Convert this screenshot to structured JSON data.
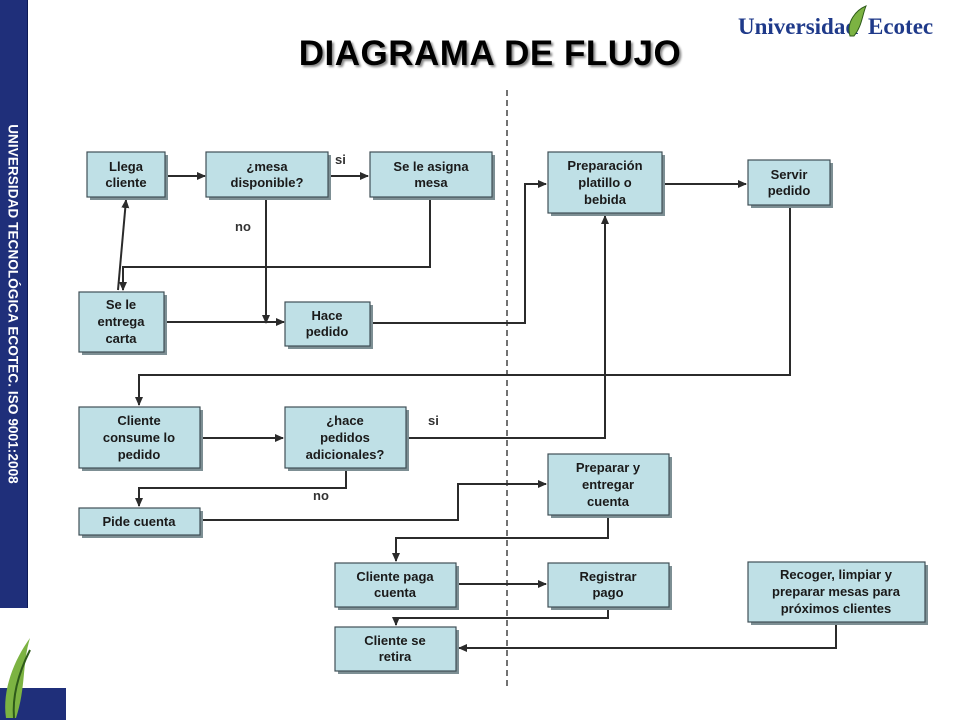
{
  "sidebar": {
    "text": "UNIVERSIDAD TECNOLÓGICA ECOTEC. ISO 9001:2008"
  },
  "header": {
    "title": "DIAGRAMA DE FLUJO"
  },
  "logo": {
    "text_part1": "Universidad",
    "text_part2": "Ecotec",
    "leaf_color": "#7cb342",
    "text_color": "#1f3a8a"
  },
  "colors": {
    "node_fill": "#bfe0e6",
    "sidebar": "#1f2f7a",
    "corner_green": "#7cb342"
  },
  "nodes": [
    {
      "id": "llega-cliente",
      "lines": [
        "Llega",
        "cliente"
      ]
    },
    {
      "id": "mesa-disponible",
      "lines": [
        "¿mesa",
        "disponible?"
      ]
    },
    {
      "id": "se-le-asigna-mesa",
      "lines": [
        "Se le asigna",
        "mesa"
      ]
    },
    {
      "id": "se-le-entrega-carta",
      "lines": [
        "Se le",
        "entrega",
        "carta"
      ]
    },
    {
      "id": "hace-pedido",
      "lines": [
        "Hace",
        "pedido"
      ]
    },
    {
      "id": "preparacion-platillo",
      "lines": [
        "Preparación",
        "platillo o",
        "bebida"
      ]
    },
    {
      "id": "servir-pedido",
      "lines": [
        "Servir",
        "pedido"
      ]
    },
    {
      "id": "cliente-consume",
      "lines": [
        "Cliente",
        "consume lo",
        "pedido"
      ]
    },
    {
      "id": "hace-pedidos-adicionales",
      "lines": [
        "¿hace",
        "pedidos",
        "adicionales?"
      ]
    },
    {
      "id": "pide-cuenta",
      "lines": [
        "Pide cuenta"
      ]
    },
    {
      "id": "preparar-entregar-cuenta",
      "lines": [
        "Preparar y",
        "entregar",
        "cuenta"
      ]
    },
    {
      "id": "cliente-paga-cuenta",
      "lines": [
        "Cliente paga",
        "cuenta"
      ]
    },
    {
      "id": "registrar-pago",
      "lines": [
        "Registrar",
        "pago"
      ]
    },
    {
      "id": "recoger-limpiar",
      "lines": [
        "Recoger, limpiar y",
        "preparar mesas para",
        "próximos clientes"
      ]
    },
    {
      "id": "cliente-se-retira",
      "lines": [
        "Cliente se",
        "retira"
      ]
    }
  ],
  "edge_labels": [
    {
      "id": "si-mesa",
      "text": "si"
    },
    {
      "id": "no-mesa",
      "text": "no"
    },
    {
      "id": "si-adicionales",
      "text": "si"
    },
    {
      "id": "no-adicionales",
      "text": "no"
    }
  ]
}
